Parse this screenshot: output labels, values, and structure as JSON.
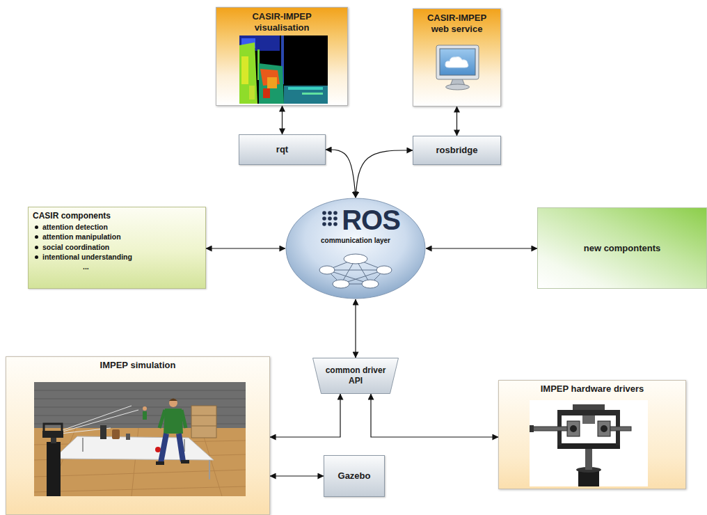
{
  "diagram": {
    "nodes": [
      {
        "text": [
          "CASIR-IMPEP visualisation"
        ]
      },
      {
        "text": [
          "CASIR-IMPEP web service"
        ]
      },
      {
        "text": [
          "rqt"
        ]
      },
      {
        "text": [
          "rosbridge"
        ]
      },
      {
        "text": [
          "CASIR components",
          "attention detection",
          "attention manipulation",
          "social coordination",
          "intentional understanding",
          "..."
        ]
      },
      {
        "text": [
          "ROS",
          "communication layer"
        ]
      },
      {
        "text": [
          "new compontents"
        ]
      },
      {
        "text": [
          "common driver API"
        ]
      },
      {
        "text": [
          "IMPEP simulation"
        ]
      },
      {
        "text": [
          "Gazebo"
        ]
      },
      {
        "text": [
          "IMPEP hardware drivers"
        ]
      }
    ],
    "edges": [
      {
        "from": 0,
        "to": 2,
        "arrow": "both"
      },
      {
        "from": 1,
        "to": 3,
        "arrow": "both"
      },
      {
        "from": 2,
        "to": 5,
        "arrow": "both"
      },
      {
        "from": 3,
        "to": 5,
        "arrow": "both"
      },
      {
        "from": 4,
        "to": 5,
        "arrow": "both"
      },
      {
        "from": 5,
        "to": 6,
        "arrow": "both"
      },
      {
        "from": 5,
        "to": 7,
        "arrow": "both"
      },
      {
        "from": 7,
        "to": 8,
        "arrow": "both"
      },
      {
        "from": 7,
        "to": 10,
        "arrow": "both"
      },
      {
        "from": 8,
        "to": 9,
        "arrow": "both"
      }
    ]
  }
}
